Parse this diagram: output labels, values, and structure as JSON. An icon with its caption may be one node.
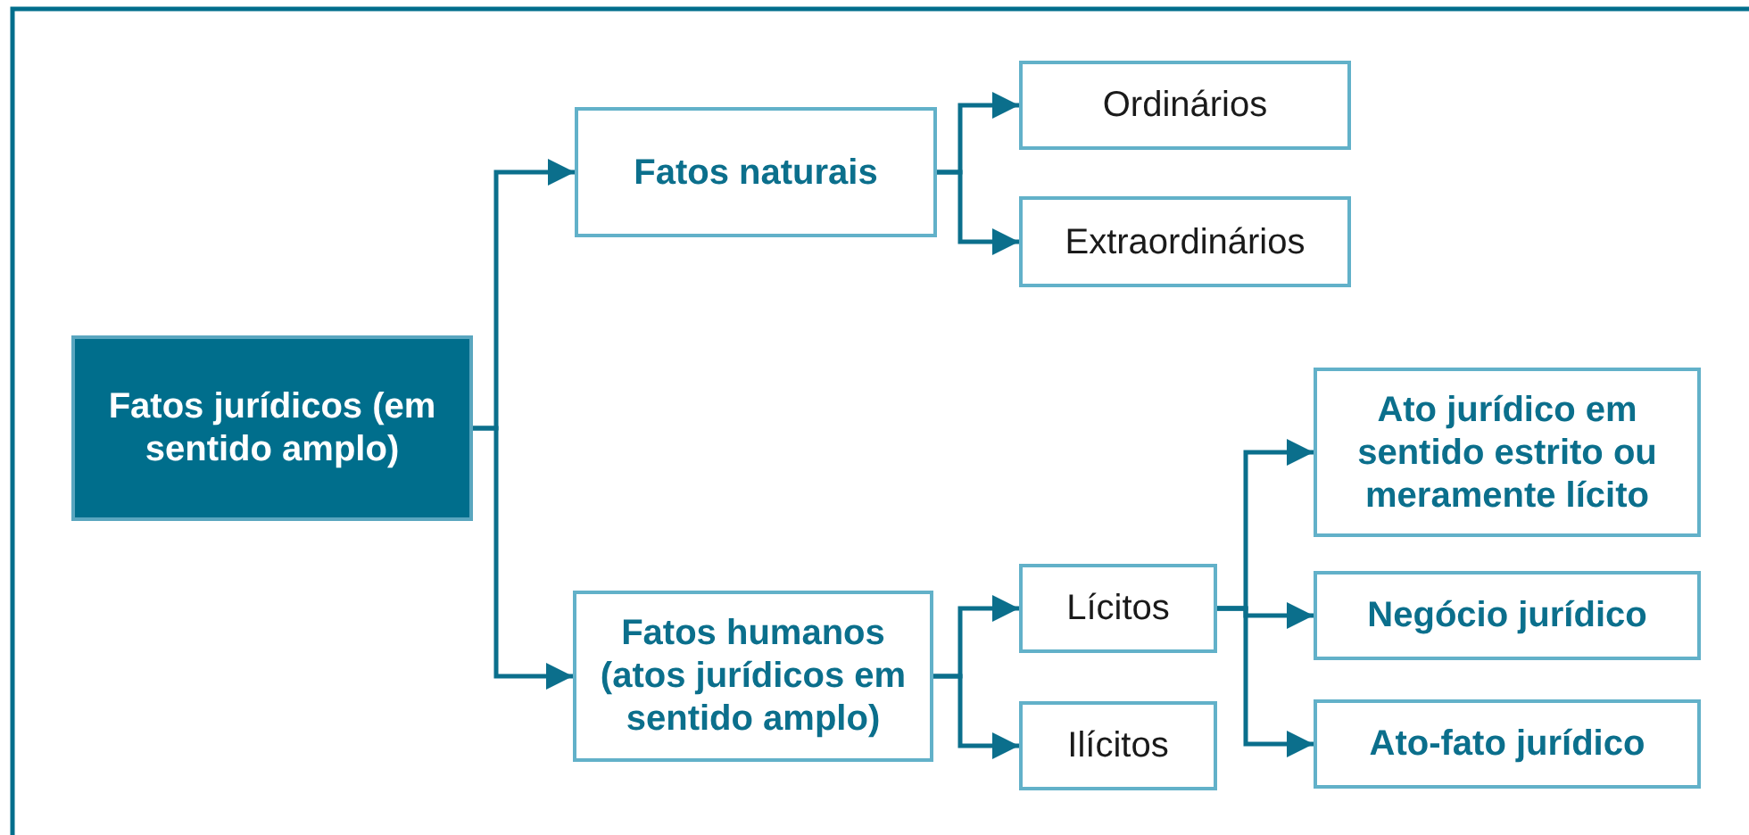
{
  "diagram": {
    "nodes": [
      {
        "text": [
          "Fatos jurídicos (em sentido amplo)"
        ]
      },
      {
        "text": [
          "Fatos naturais"
        ]
      },
      {
        "text": [
          "Ordinários"
        ]
      },
      {
        "text": [
          "Extraordinários"
        ]
      },
      {
        "text": [
          "Fatos humanos (atos jurídicos em sentido amplo)"
        ]
      },
      {
        "text": [
          "Lícitos"
        ]
      },
      {
        "text": [
          "Ilícitos"
        ]
      },
      {
        "text": [
          "Ato jurídico em sentido estrito ou meramente lícito"
        ]
      },
      {
        "text": [
          "Negócio jurídico"
        ]
      },
      {
        "text": [
          "Ato-fato jurídico"
        ]
      }
    ],
    "edges": [
      {
        "from": 0,
        "to": 1,
        "arrow": "to"
      },
      {
        "from": 0,
        "to": 4,
        "arrow": "to"
      },
      {
        "from": 1,
        "to": 2,
        "arrow": "to"
      },
      {
        "from": 1,
        "to": 3,
        "arrow": "to"
      },
      {
        "from": 4,
        "to": 5,
        "arrow": "to"
      },
      {
        "from": 4,
        "to": 6,
        "arrow": "to"
      },
      {
        "from": 5,
        "to": 7,
        "arrow": "to"
      },
      {
        "from": 5,
        "to": 8,
        "arrow": "to"
      },
      {
        "from": 5,
        "to": 9,
        "arrow": "to"
      }
    ]
  }
}
